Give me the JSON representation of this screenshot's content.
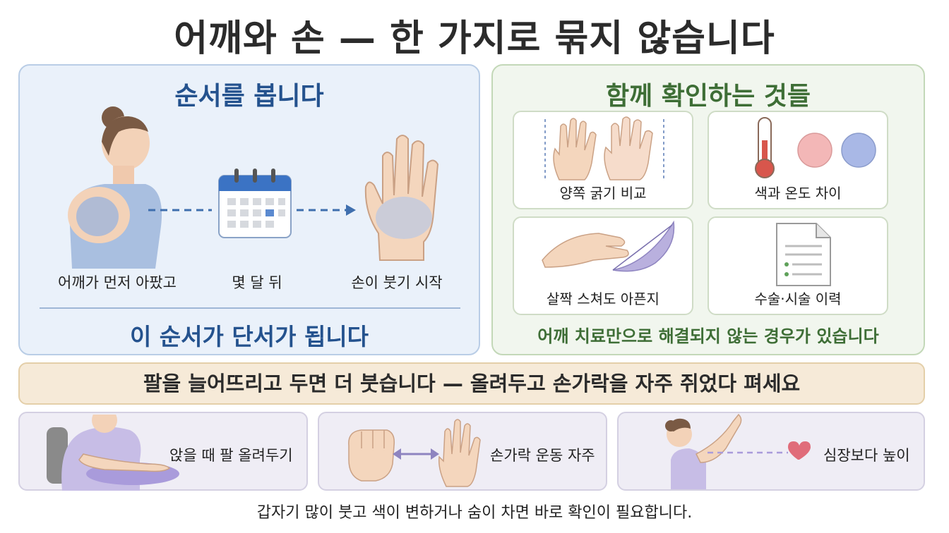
{
  "title": "어깨와 손 — 한 가지로 묶지 않습니다",
  "sequence": {
    "title": "순서를 봅니다",
    "steps": [
      "어깨가 먼저 아팠고",
      "몇 달 뒤",
      "손이 붓기 시작"
    ],
    "conclusion": "이 순서가 단서가 됩니다"
  },
  "checks": {
    "title": "함께 확인하는 것들",
    "items": [
      "양쪽 굵기 비교",
      "색과 온도 차이",
      "살짝 스쳐도 아픈지",
      "수술·시술 이력"
    ],
    "note": "어깨 치료만으로 해결되지 않는 경우가 있습니다"
  },
  "banner": "팔을 늘어뜨리고 두면 더 붓습니다 — 올려두고 손가락을 자주 쥐었다 펴세요",
  "tips": [
    "앉을 때 팔 올려두기",
    "손가락 운동 자주",
    "심장보다 높이"
  ],
  "footer": "갑자기 많이 붓고 색이 변하거나 숨이 차면 바로 확인이 필요합니다.",
  "colors": {
    "blue_accent": "#24528e",
    "green_accent": "#3e6e36",
    "banner_bg": "#f6ead8",
    "tip_bg": "#efedf5",
    "warm_circle": "#f3b7b7",
    "cool_circle": "#a9b8e6"
  }
}
